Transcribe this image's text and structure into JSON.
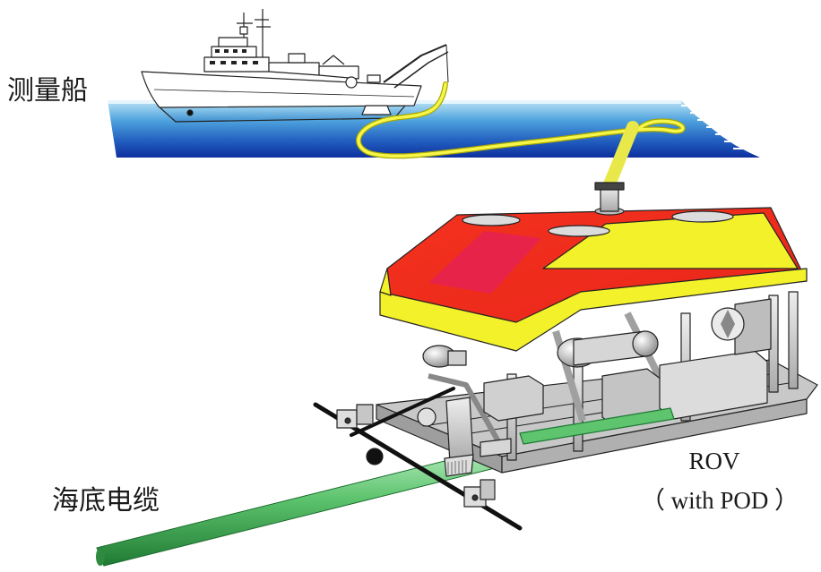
{
  "labels": {
    "survey_ship": "测量船",
    "subsea_cable": "海底电缆",
    "rov": "ROV",
    "rov_pod": "（ with POD ）"
  }
}
